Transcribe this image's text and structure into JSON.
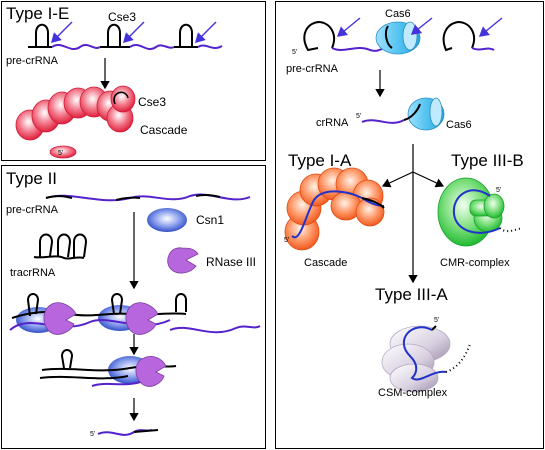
{
  "panels": {
    "type_ie": {
      "title": "Type I-E",
      "pre_crrna_label": "pre-crRNA",
      "cse3_top_label": "Cse3",
      "cse3_complex_label": "Cse3",
      "cascade_label": "Cascade",
      "five_prime": "5'"
    },
    "type_ii": {
      "title": "Type II",
      "pre_crrna_label": "pre-crRNA",
      "csn1_label": "Csn1",
      "tracrrna_label": "tracrRNA",
      "rnase_label": "RNase III",
      "five_prime": "5'"
    },
    "right": {
      "cas6_top_label": "Cas6",
      "pre_crrna_label": "pre-crRNA",
      "crrna_label": "crRNA",
      "cas6_label": "Cas6",
      "type_ia_title": "Type I-A",
      "type_iiib_title": "Type III-B",
      "type_iiia_title": "Type III-A",
      "cascade_label": "Cascade",
      "cmr_label": "CMR-complex",
      "csm_label": "CSM-complex",
      "five_prime": "5'"
    }
  },
  "colors": {
    "rna": "#5522cc",
    "arrow": "#4433dd",
    "cse3_cascade": "#ee2244",
    "cas6": "#44bbee",
    "csn1": "#2244cc",
    "rnase": "#b866dd",
    "type_ia": "#ff6633",
    "type_iiib": "#33cc44",
    "type_iiia": "#9988aa"
  }
}
